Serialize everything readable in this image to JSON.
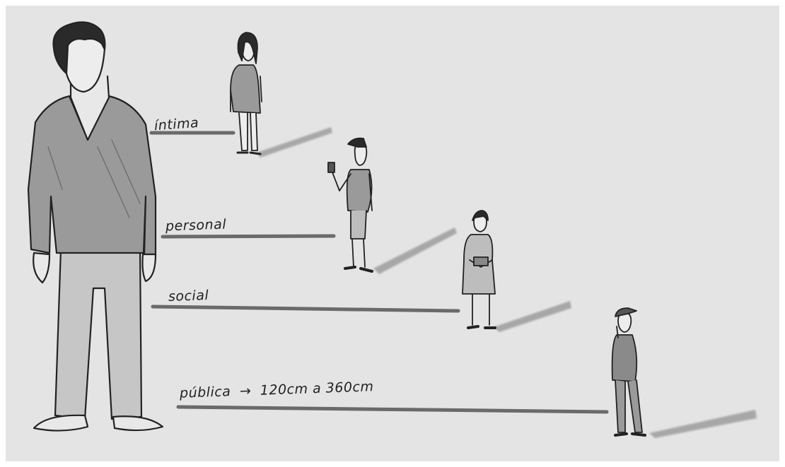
{
  "zones": [
    {
      "id": "intima",
      "label": "íntima"
    },
    {
      "id": "personal",
      "label": "personal"
    },
    {
      "id": "social",
      "label": "social"
    },
    {
      "id": "publica",
      "label": "pública",
      "arrow": "→",
      "range": "120cm a 360cm"
    }
  ],
  "colors": {
    "paper": "#e4e4e4",
    "ink": "#222222",
    "shade": "#8a8a8a",
    "line": "#555555"
  }
}
